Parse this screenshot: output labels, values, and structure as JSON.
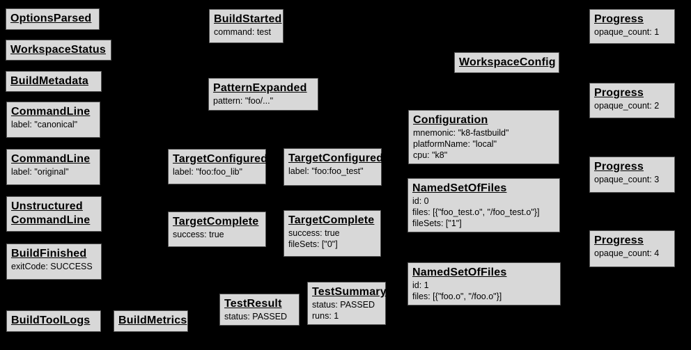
{
  "diagram": {
    "description": "Build event graph of gray nodes on a black background",
    "background_color": "#000000",
    "node_fill_color": "#d8d8d8",
    "node_border_color": "#555555",
    "node_text_color": "#000000"
  },
  "nodes": [
    {
      "title": "OptionsParsed",
      "lines": []
    },
    {
      "title": "WorkspaceStatus",
      "lines": []
    },
    {
      "title": "BuildMetadata",
      "lines": []
    },
    {
      "title": "CommandLine",
      "lines": [
        "label: \"canonical\""
      ]
    },
    {
      "title": "CommandLine",
      "lines": [
        "label: \"original\""
      ]
    },
    {
      "title": "Unstructured CommandLine",
      "lines": []
    },
    {
      "title": "BuildFinished",
      "lines": [
        "exitCode: SUCCESS"
      ]
    },
    {
      "title": "BuildToolLogs",
      "lines": []
    },
    {
      "title": "BuildMetrics",
      "lines": []
    },
    {
      "title": "BuildStarted",
      "lines": [
        "command: test"
      ]
    },
    {
      "title": "PatternExpanded",
      "lines": [
        "pattern: \"foo/...\""
      ]
    },
    {
      "title": "TargetConfigured",
      "lines": [
        "label: \"foo:foo_lib\""
      ]
    },
    {
      "title": "TargetConfigured",
      "lines": [
        "label: \"foo:foo_test\""
      ]
    },
    {
      "title": "TargetComplete",
      "lines": [
        "success: true"
      ]
    },
    {
      "title": "TargetComplete",
      "lines": [
        "success: true",
        "fileSets: [\"0\"]"
      ]
    },
    {
      "title": "TestResult",
      "lines": [
        "status: PASSED"
      ]
    },
    {
      "title": "TestSummary",
      "lines": [
        "status: PASSED",
        "runs: 1"
      ]
    },
    {
      "title": "WorkspaceConfig",
      "lines": []
    },
    {
      "title": "Configuration",
      "lines": [
        "mnemonic: \"k8-fastbuild\"",
        "platformName: \"local\"",
        "cpu: \"k8\""
      ]
    },
    {
      "title": "NamedSetOfFiles",
      "lines": [
        "id: 0",
        "files: [{\"foo_test.o\", \"/foo_test.o\"}]",
        "fileSets: [\"1\"]"
      ]
    },
    {
      "title": "NamedSetOfFiles",
      "lines": [
        "id: 1",
        "files: [{\"foo.o\", \"/foo.o\"}]"
      ]
    },
    {
      "title": "Progress",
      "lines": [
        "opaque_count: 1"
      ]
    },
    {
      "title": "Progress",
      "lines": [
        "opaque_count: 2"
      ]
    },
    {
      "title": "Progress",
      "lines": [
        "opaque_count: 3"
      ]
    },
    {
      "title": "Progress",
      "lines": [
        "opaque_count: 4"
      ]
    }
  ]
}
